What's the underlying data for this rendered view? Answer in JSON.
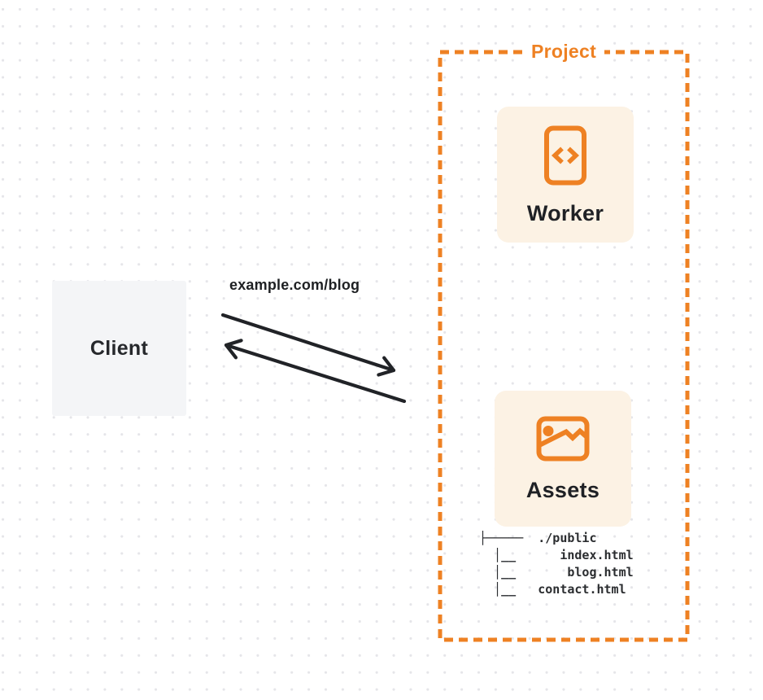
{
  "colors": {
    "orange": "#EE8123",
    "cream_box_bg": "#FCF2E4",
    "client_box_bg": "#F4F5F7",
    "ink": "#24262B",
    "dot_grid": "#E5E5E9"
  },
  "client": {
    "label": "Client"
  },
  "request": {
    "url_label": "example.com/blog"
  },
  "project": {
    "label": "Project",
    "worker": {
      "label": "Worker",
      "icon": "code-file-icon"
    },
    "assets": {
      "label": "Assets",
      "icon": "image-icon",
      "file_tree": [
        "├─────  ./public",
        "  │__      index.html",
        "  │__       blog.html",
        "  │__   contact.html"
      ]
    }
  }
}
